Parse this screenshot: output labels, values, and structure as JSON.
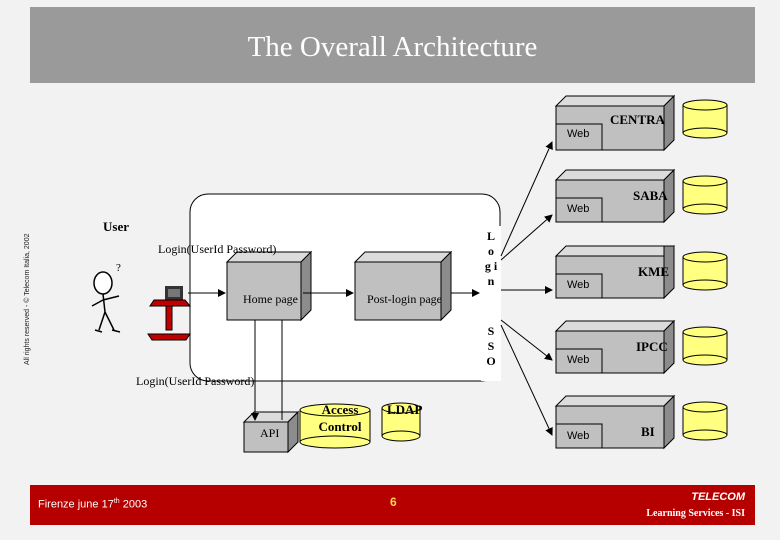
{
  "header": {
    "title": "The Overall Architecture"
  },
  "side_text": "All rights reserved - © Telecom Italia, 2002",
  "diagram": {
    "user_label": "User",
    "login_top": "Login(UserId Password)",
    "login_bottom": "Login(UserId Password)",
    "question_mark": "?",
    "home_page": "Home page",
    "post_login_page": "Post-login page",
    "login_vertical": "L o g i n",
    "sso_vertical": "S S O",
    "api": "API",
    "access_control": "Access Control",
    "ldap": "LDAP",
    "web_label": "Web",
    "systems": [
      "CENTRA",
      "SABA",
      "KME",
      "IPCC",
      "BI"
    ]
  },
  "footer": {
    "location_date": "Firenze june 17",
    "date_suffix": "th",
    "year": "2003",
    "page_number": "6",
    "logo_title": "TELECOM",
    "logo_subtitle": "Learning Services - ISI"
  },
  "colors": {
    "header_bg": "#9a9a9a",
    "box_fill": "#c0c0c0",
    "cylinder_fill": "#ffff80",
    "footer_bg": "#b60000"
  }
}
